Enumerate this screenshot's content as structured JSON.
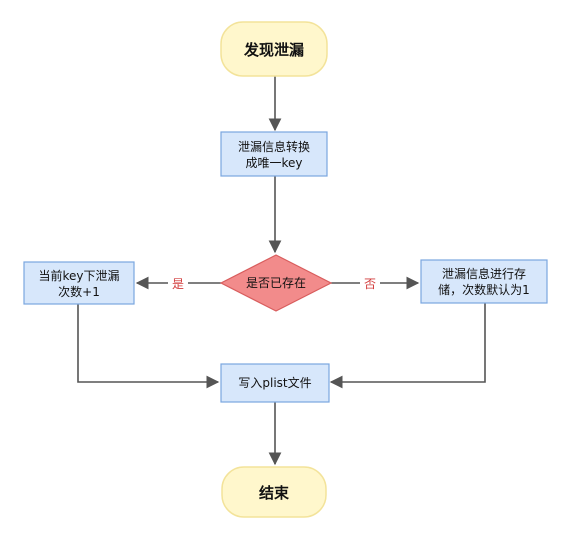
{
  "colors": {
    "terminal_fill": "#fff7cc",
    "terminal_stroke": "#f3e39a",
    "process_fill": "#d7e7fb",
    "process_stroke": "#7aa6e0",
    "decision_fill": "#f28b8b",
    "decision_stroke": "#d85d5d",
    "edge": "#555555",
    "edge_label": "#d23b3b"
  },
  "nodes": {
    "start": {
      "label": "发现泄漏"
    },
    "convert": {
      "line1": "泄漏信息转换",
      "line2": "成唯一key"
    },
    "decision": {
      "label": "是否已存在"
    },
    "increment": {
      "line1": "当前key下泄漏",
      "line2": "次数+1"
    },
    "store": {
      "line1": "泄漏信息进行存",
      "line2": "储，次数默认为1"
    },
    "write": {
      "label": "写入plist文件"
    },
    "end": {
      "label": "结束"
    }
  },
  "edges": {
    "yes_label": "是",
    "no_label": "否"
  }
}
